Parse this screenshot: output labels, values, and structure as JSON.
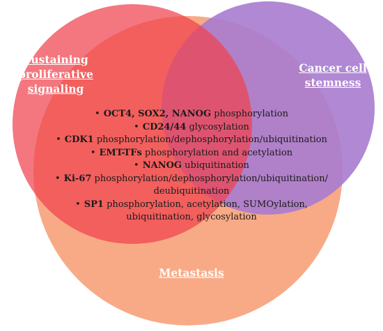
{
  "diagram": {
    "circles": [
      {
        "id": "proliferation",
        "label_lines": [
          "Sustaining",
          "proliferative",
          "signaling"
        ],
        "color": "#f4515a"
      },
      {
        "id": "stemness",
        "label_lines": [
          "Cancer cell",
          "stemness"
        ],
        "color": "#a97ecf"
      },
      {
        "id": "metastasis",
        "label_lines": [
          "Metastasis"
        ],
        "color": "#f7a37f"
      }
    ],
    "center_items": [
      {
        "bullet": "•",
        "bold": "OCT4, SOX2, NANOG",
        "rest": " phosphorylation"
      },
      {
        "bullet": "•",
        "bold": "CD24/44",
        "rest": " glycosylation"
      },
      {
        "bullet": "•",
        "bold": "CDK1",
        "rest": " phosphorylation/dephosphorylation/ubiquitination"
      },
      {
        "bullet": "•",
        "bold": "EMT-TFs",
        "rest": " phosphorylation and acetylation"
      },
      {
        "bullet": "•",
        "bold": "NANOG",
        "rest": " ubiquitination"
      },
      {
        "bullet": "•",
        "bold": "Ki-67",
        "rest": " phosphorylation/dephosphorylation/ubiquitination/",
        "cont": "deubiquitination"
      },
      {
        "bullet": "•",
        "bold": "SP1",
        "rest": " phosphorylation, acetylation, SUMOylation,",
        "cont": "ubiquitination, glycosylation"
      }
    ]
  }
}
